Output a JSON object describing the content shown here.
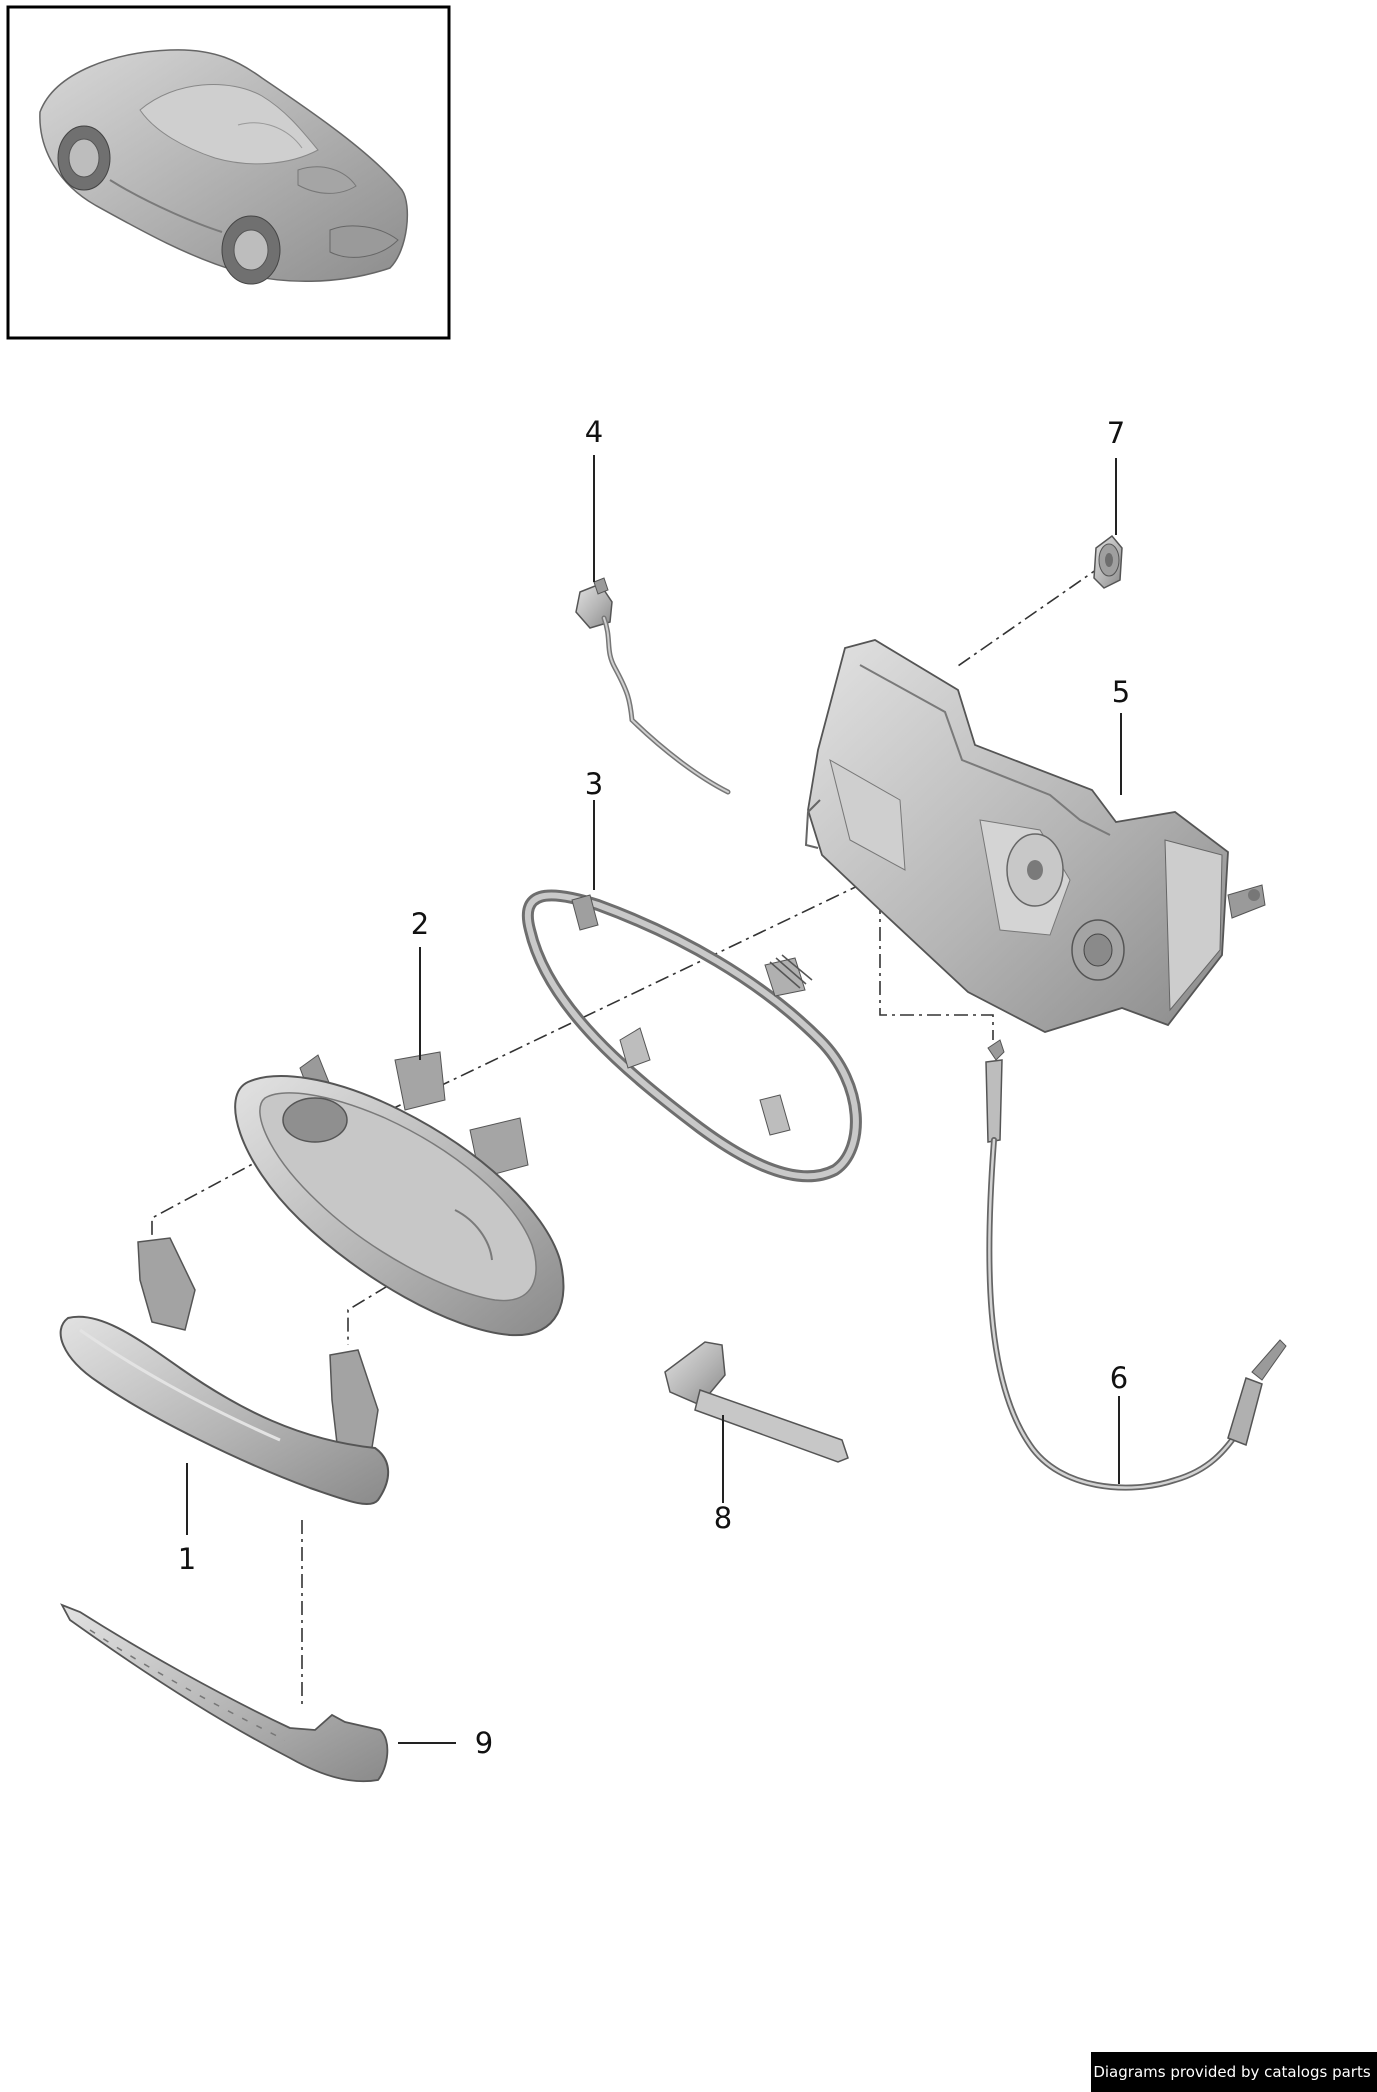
{
  "colors": {
    "part_fill": "#b9b9b9",
    "part_light": "#dcdcdc",
    "part_dark": "#7b7b7b",
    "outline": "#555555",
    "leader": "#222222",
    "frame": "#000000",
    "badge_bg": "#000000",
    "badge_text": "#ffffff"
  },
  "thumbnail": {
    "icon": "car-thumbnail-icon"
  },
  "callouts": [
    {
      "label": "1",
      "part": "outer-grip"
    },
    {
      "label": "2",
      "part": "handle-bezel"
    },
    {
      "label": "3",
      "part": "seal-ring"
    },
    {
      "label": "4",
      "part": "sensor-with-wire"
    },
    {
      "label": "5",
      "part": "handle-carrier"
    },
    {
      "label": "6",
      "part": "bowden-cable"
    },
    {
      "label": "7",
      "part": "grommet"
    },
    {
      "label": "8",
      "part": "emergency-key"
    },
    {
      "label": "9",
      "part": "grip-cover-trim"
    }
  ],
  "footer": {
    "text": "Diagrams provided by catalogs parts"
  }
}
